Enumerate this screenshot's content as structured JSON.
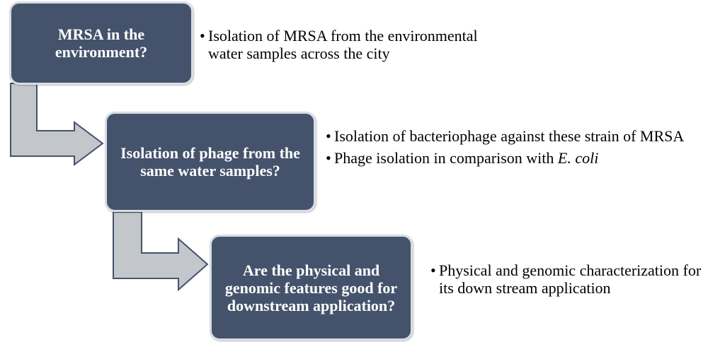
{
  "colors": {
    "box_fill": "#44536b",
    "box_border": "#d9dde4",
    "arrow_fill": "#c3c6cb",
    "arrow_stroke": "#44536b"
  },
  "steps": [
    {
      "question": "MRSA in the environment?",
      "bullets": [
        {
          "text": "Isolation of MRSA from the environmental water samples across the city"
        }
      ]
    },
    {
      "question": "Isolation of phage from the same water samples?",
      "bullets": [
        {
          "text": "Isolation of bacteriophage against these strain of MRSA"
        },
        {
          "text": "Phage isolation in comparison with ",
          "italic": "E. coli"
        }
      ]
    },
    {
      "question": "Are the physical and genomic features good for downstream application?",
      "bullets": [
        {
          "text": "Physical and genomic characterization for its down stream application"
        }
      ]
    }
  ]
}
